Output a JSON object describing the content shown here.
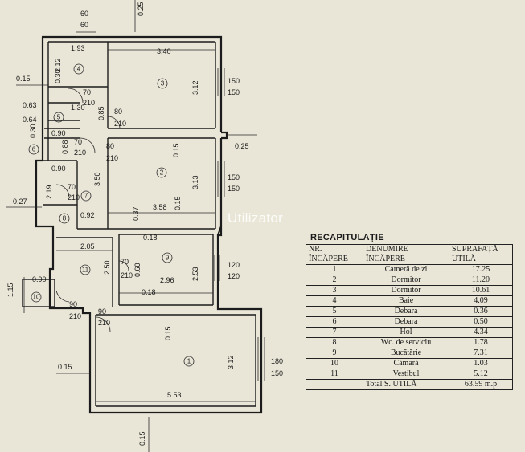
{
  "watermark": "Utilizator",
  "recap": {
    "title": "RECAPITULAȚIE",
    "headers": [
      "NR. ÎNCĂPERE",
      "DENUMIRE ÎNCĂPERE",
      "SUPRAFAȚĂ UTILĂ"
    ],
    "rows": [
      {
        "nr": "1",
        "name": "Cameră de zi",
        "area": "17.25"
      },
      {
        "nr": "2",
        "name": "Dormitor",
        "area": "11.20"
      },
      {
        "nr": "3",
        "name": "Dormitor",
        "area": "10.61"
      },
      {
        "nr": "4",
        "name": "Baie",
        "area": "4.09"
      },
      {
        "nr": "5",
        "name": "Debara",
        "area": "0.36"
      },
      {
        "nr": "6",
        "name": "Debara",
        "area": "0.50"
      },
      {
        "nr": "7",
        "name": "Hol",
        "area": "4.34"
      },
      {
        "nr": "8",
        "name": "Wc. de serviciu",
        "area": "1.78"
      },
      {
        "nr": "9",
        "name": "Bucătărie",
        "area": "7.31"
      },
      {
        "nr": "10",
        "name": "Cămară",
        "area": "1.03"
      },
      {
        "nr": "11",
        "name": "Vestibul",
        "area": "5.12"
      }
    ],
    "total_label": "Total S. UTILĂ",
    "total_value": "63.59 m.p"
  },
  "plan": {
    "rooms": [
      "1",
      "2",
      "3",
      "4",
      "5",
      "6",
      "7",
      "8",
      "9",
      "10",
      "11"
    ],
    "dims": {
      "d60a": "60",
      "d60b": "60",
      "d025top": "0.25",
      "d193": "1.93",
      "d340": "3.40",
      "d015a": "0.15",
      "d212": "2.12",
      "d030": "0.30",
      "d312a": "3.12",
      "d150a": "150",
      "d150b": "150",
      "d070a": "70",
      "d210a": "210",
      "d130": "1.30",
      "d080a": "80",
      "d210b": "210",
      "d063": "0.63",
      "d064": "0.64",
      "d085": "0.85",
      "d090a": "0.90",
      "d030b": "0.30",
      "d088": "0.88",
      "d070b": "70",
      "d210c": "210",
      "d025r": "0.25",
      "d080b": "80",
      "d210d": "210",
      "d015b": "0.15",
      "d090b": "0.90",
      "d313": "3.13",
      "d150c": "150",
      "d150d": "150",
      "d350": "3.50",
      "d070c": "70",
      "d210e": "210",
      "d219": "2.19",
      "d027": "0.27",
      "d092": "0.92",
      "d358": "3.58",
      "d037": "0.37",
      "d015c": "0.15",
      "d018a": "0.18",
      "d205": "2.05",
      "d120a": "120",
      "d120b": "120",
      "d070d": "70",
      "d210f": "210",
      "d250": "2.50",
      "d296": "2.96",
      "d253": "2.53",
      "d060": "0.60",
      "d018b": "0.18",
      "d090c": "0.90",
      "d115": "1.15",
      "d090d": "90",
      "d210g": "210",
      "d090e": "90",
      "d210h": "210",
      "d015d": "0.15",
      "d312b": "3.12",
      "d180": "180",
      "d150e": "150",
      "d015e": "0.15",
      "d553": "5.53",
      "d015f": "0.15"
    }
  }
}
